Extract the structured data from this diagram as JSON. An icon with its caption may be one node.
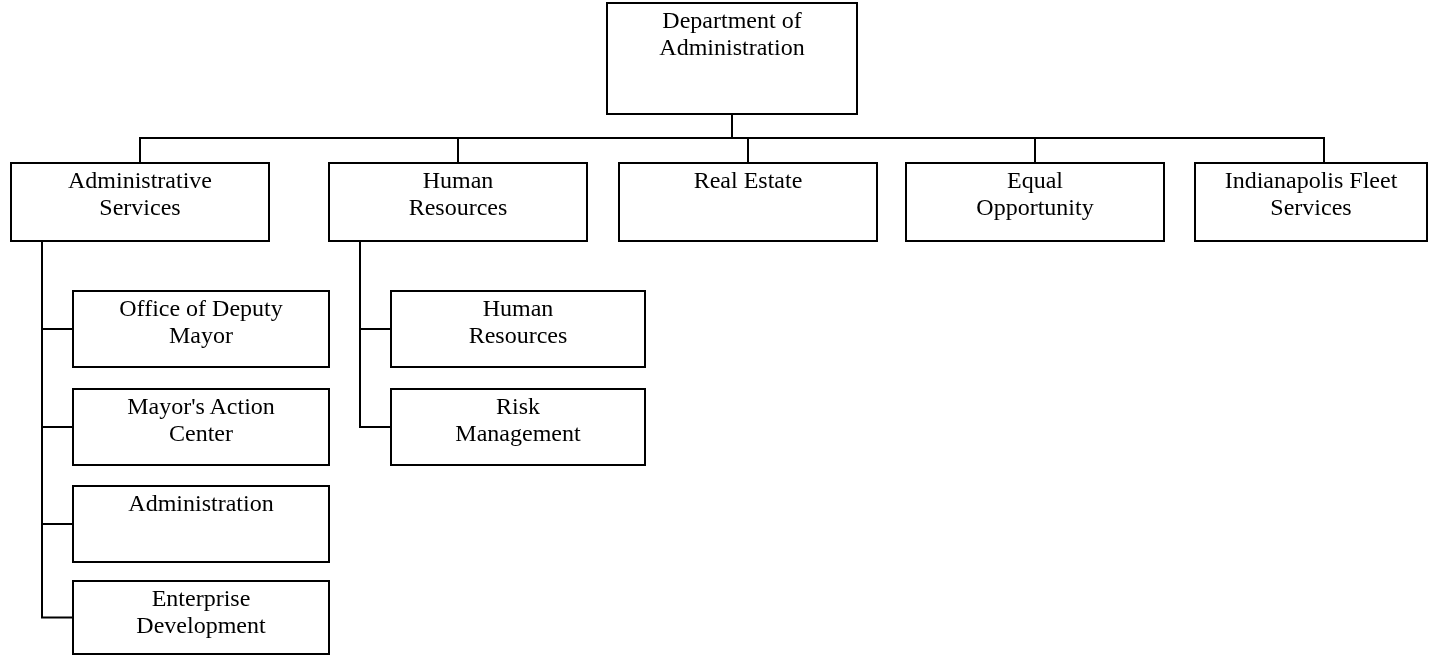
{
  "diagram": {
    "nodes": [
      {
        "text": [
          "Department of Administration"
        ]
      },
      {
        "text": [
          "Administrative Services"
        ]
      },
      {
        "text": [
          "Human Resources"
        ]
      },
      {
        "text": [
          "Real Estate"
        ]
      },
      {
        "text": [
          "Equal Opportunity"
        ]
      },
      {
        "text": [
          "Indianapolis Fleet Services"
        ]
      },
      {
        "text": [
          "Office of Deputy Mayor"
        ]
      },
      {
        "text": [
          "Mayor's Action Center"
        ]
      },
      {
        "text": [
          "Administration"
        ]
      },
      {
        "text": [
          "Enterprise Development"
        ]
      },
      {
        "text": [
          "Human Resources"
        ]
      },
      {
        "text": [
          "Risk Management"
        ]
      }
    ],
    "edges": [
      {
        "from": 0,
        "to": 1,
        "arrow": "none"
      },
      {
        "from": 0,
        "to": 2,
        "arrow": "none"
      },
      {
        "from": 0,
        "to": 3,
        "arrow": "none"
      },
      {
        "from": 0,
        "to": 4,
        "arrow": "none"
      },
      {
        "from": 0,
        "to": 5,
        "arrow": "none"
      },
      {
        "from": 1,
        "to": 6,
        "arrow": "none"
      },
      {
        "from": 1,
        "to": 7,
        "arrow": "none"
      },
      {
        "from": 1,
        "to": 8,
        "arrow": "none"
      },
      {
        "from": 1,
        "to": 9,
        "arrow": "none"
      },
      {
        "from": 2,
        "to": 10,
        "arrow": "none"
      },
      {
        "from": 2,
        "to": 11,
        "arrow": "none"
      }
    ]
  }
}
